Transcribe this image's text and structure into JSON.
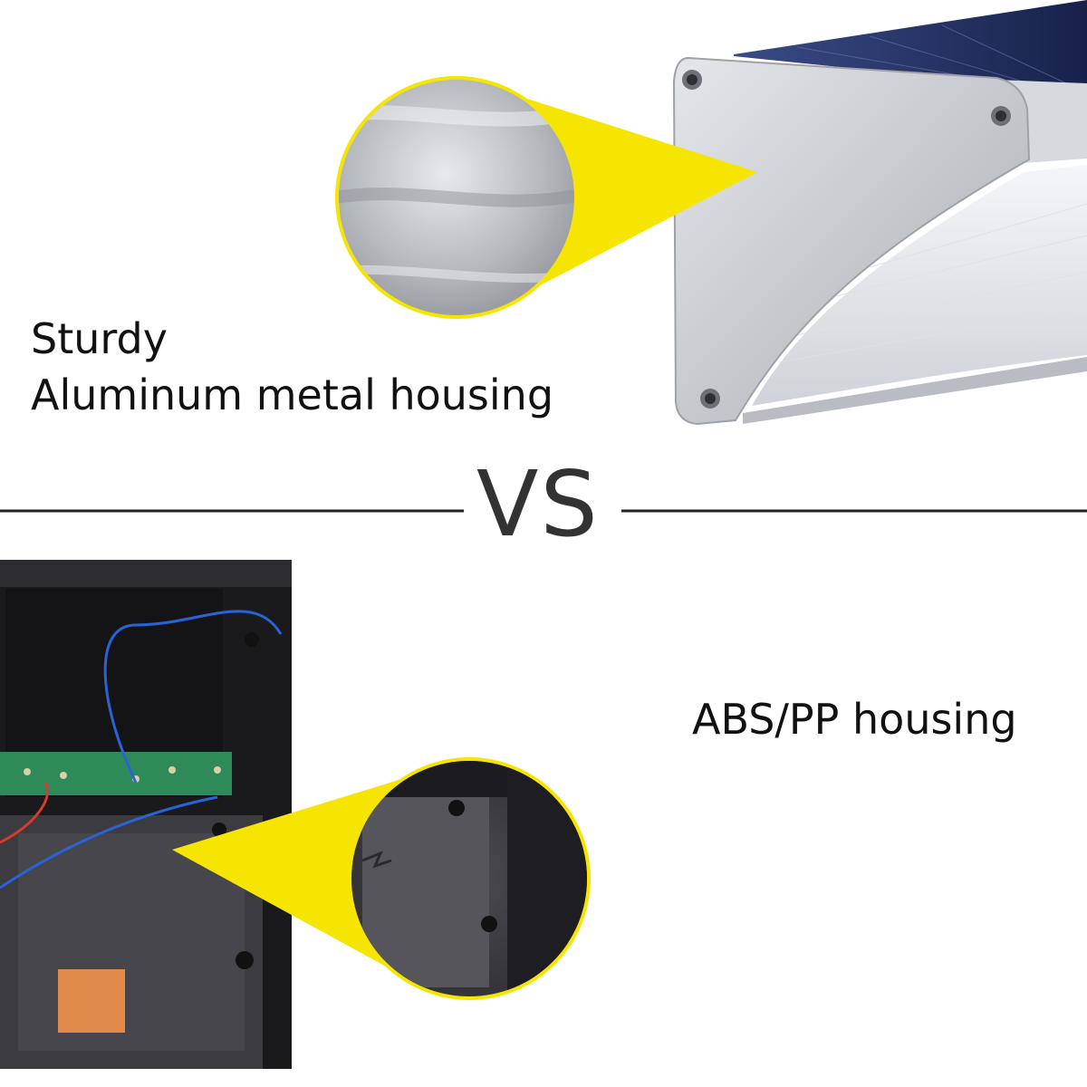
{
  "top_section": {
    "caption_line1": "Sturdy",
    "caption_line2": "Aluminum metal housing"
  },
  "divider": {
    "label": "VS"
  },
  "bottom_section": {
    "caption": "ABS/PP housing"
  },
  "colors": {
    "callout_yellow": "#f5e500",
    "divider_line": "#222222",
    "aluminum": "#c9ccd1",
    "solar_panel": "#1d2a57",
    "black_housing": "#1a1a1c"
  }
}
